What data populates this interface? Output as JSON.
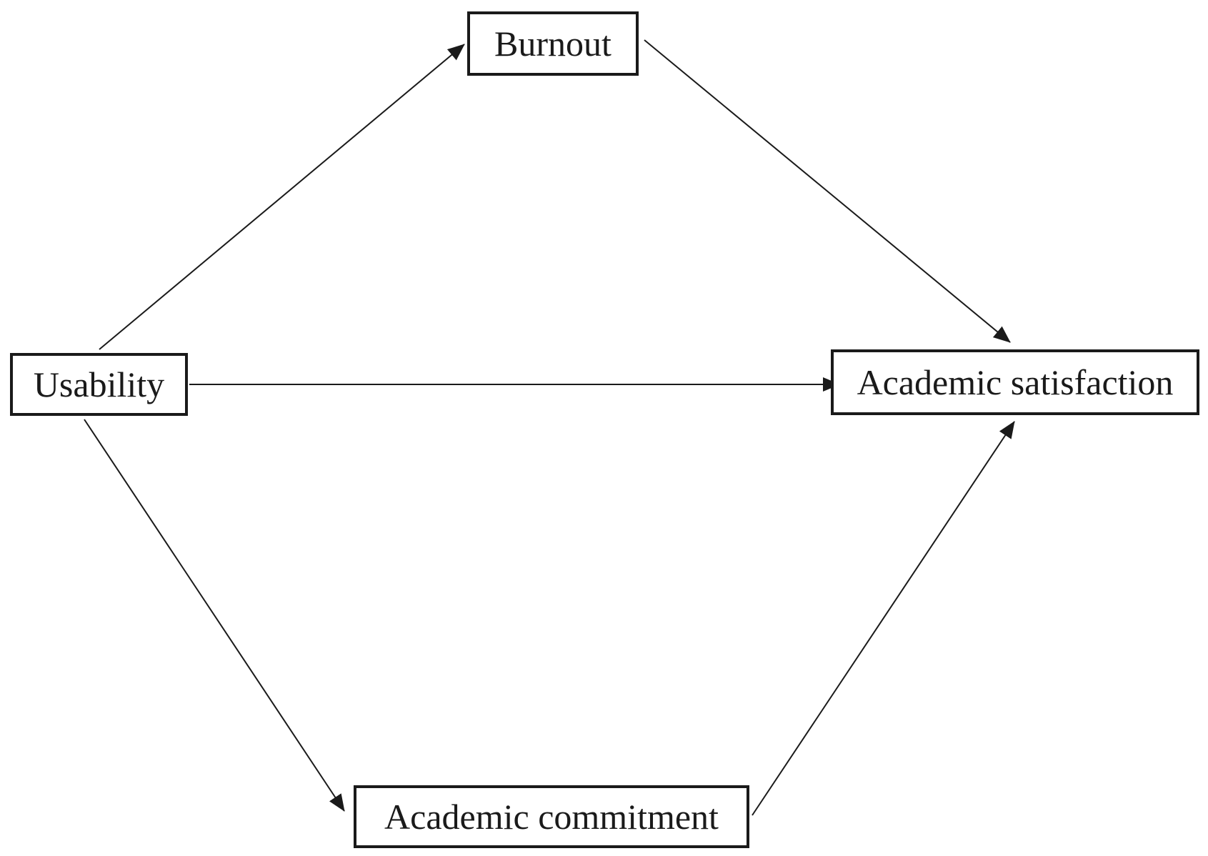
{
  "diagram": {
    "nodes": {
      "burnout": "Burnout",
      "usability": "Usability",
      "academic_satisfaction": "Academic satisfaction",
      "academic_commitment": "Academic commitment"
    },
    "edges": [
      {
        "from": "usability",
        "to": "burnout"
      },
      {
        "from": "burnout",
        "to": "academic_satisfaction"
      },
      {
        "from": "usability",
        "to": "academic_satisfaction"
      },
      {
        "from": "usability",
        "to": "academic_commitment"
      },
      {
        "from": "academic_commitment",
        "to": "academic_satisfaction"
      }
    ],
    "line_color": "#1a1a1a"
  }
}
